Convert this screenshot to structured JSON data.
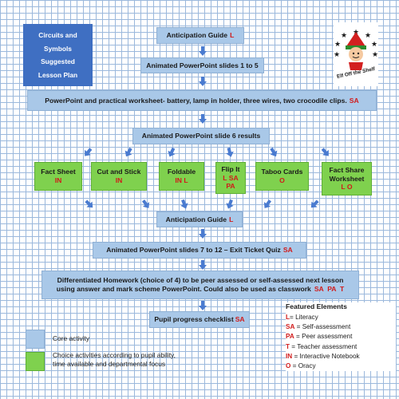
{
  "title_block": {
    "lines": [
      "Circuits and",
      "Symbols",
      "Suggested",
      "Lesson Plan"
    ]
  },
  "logo": {
    "text": "Elf Off the Shelf"
  },
  "flow": {
    "anticipation_1": {
      "label": "Anticipation Guide",
      "code": "L"
    },
    "slides_1_5": {
      "label": "Animated PowerPoint slides 1 to 5"
    },
    "practical": {
      "label": "PowerPoint and practical worksheet- battery, lamp in holder, three wires, two crocodile clips.",
      "code": "SA"
    },
    "slide_6": {
      "label": "Animated PowerPoint slide 6 results"
    },
    "choices": [
      {
        "label": "Fact Sheet",
        "codes": "IN"
      },
      {
        "label": "Cut and Stick",
        "codes": "IN"
      },
      {
        "label": "Foldable",
        "codes": "IN L"
      },
      {
        "label": "Flip It",
        "codes": "L SA",
        "codes2": "PA"
      },
      {
        "label": "Taboo Cards",
        "codes": "O"
      },
      {
        "label": "Fact Share",
        "label2": "Worksheet",
        "codes": "L O"
      }
    ],
    "anticipation_2": {
      "label": "Anticipation Guide",
      "code": "L"
    },
    "slides_7_12": {
      "label": "Animated PowerPoint slides 7 to 12 – Exit Ticket Quiz",
      "code": "SA"
    },
    "homework": {
      "line1": "Differentiated Homework (choice of 4) to be peer assessed or self-assessed next lesson",
      "line2": "using answer and mark scheme PowerPoint. Could also be used as classwork",
      "codes": "SA  PA  T"
    },
    "checklist": {
      "label": "Pupil progress checklist",
      "code": "SA"
    }
  },
  "key": {
    "core": "Core activity",
    "choice_line1": "Choice activities according to pupil ability,",
    "choice_line2": "time available and departmental focus"
  },
  "featured": {
    "heading": "Featured Elements",
    "items": [
      {
        "code": "L",
        "text": "= Literacy"
      },
      {
        "code": "SA",
        "text": " = Self-assessment"
      },
      {
        "code": "PA",
        "text": " = Peer assessment"
      },
      {
        "code": "T",
        "text": " = Teacher assessment"
      },
      {
        "code": "IN",
        "text": " = Interactive Notebook"
      },
      {
        "code": "O",
        "text": " = Oracy"
      }
    ]
  },
  "colors": {
    "core": "#a9c8e8",
    "choice": "#7fd14e",
    "title": "#3f6fc2",
    "arrow": "#4a7bd0",
    "code": "#d11a1a",
    "grid": "#9bb8dc"
  }
}
